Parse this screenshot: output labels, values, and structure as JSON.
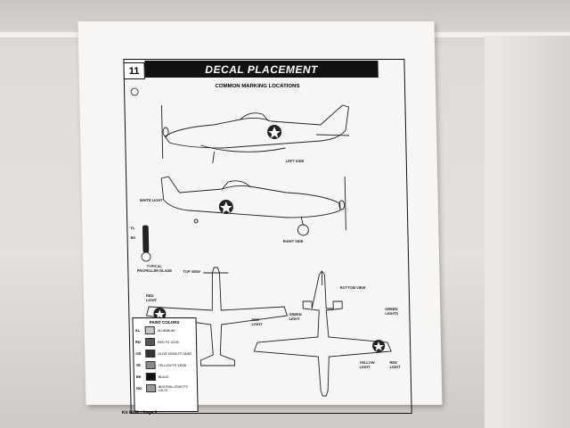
{
  "page": {
    "step_number": "11",
    "title": "DECAL PLACEMENT",
    "subtitle": "COMMON MARKING LOCATIONS",
    "footer": "Kit 8058 - Page 8"
  },
  "views": {
    "left_side": "LEFT SIDE",
    "right_side": "RIGHT SIDE",
    "top_view": "TOP VIEW",
    "bottom_view": "BOTTOM VIEW"
  },
  "callouts": {
    "white_light": "WHITE LIGHT",
    "red_light_top": "RED LIGHT",
    "red_light_bottom": "RED LIGHT",
    "green_light_bottom": "GREEN LIGHT",
    "green_lights": "GREEN LIGHTS",
    "yellow_light": "YELLOW LIGHT",
    "red_light_right": "RED LIGHT",
    "typical_blade": "TYPICAL PROPELLER BLADE",
    "blade_yl": "YL",
    "blade_bk": "BK"
  },
  "paint_colors": {
    "title": "PAINT COLORS",
    "items": [
      {
        "code": "AL",
        "name": "ALUMINUM",
        "color": "#c8c8c8"
      },
      {
        "code": "RD",
        "name": "RED FS 11136",
        "color": "#555555"
      },
      {
        "code": "OD",
        "name": "OLIVE DRAB FS 34087",
        "color": "#333333"
      },
      {
        "code": "YE",
        "name": "YELLOW FS 13538",
        "color": "#8a8a8a"
      },
      {
        "code": "BK",
        "name": "BLACK",
        "color": "#111111"
      },
      {
        "code": "NG",
        "name": "NEUTRAL GRAY FS 13173",
        "color": "#9a9a9a"
      }
    ]
  }
}
